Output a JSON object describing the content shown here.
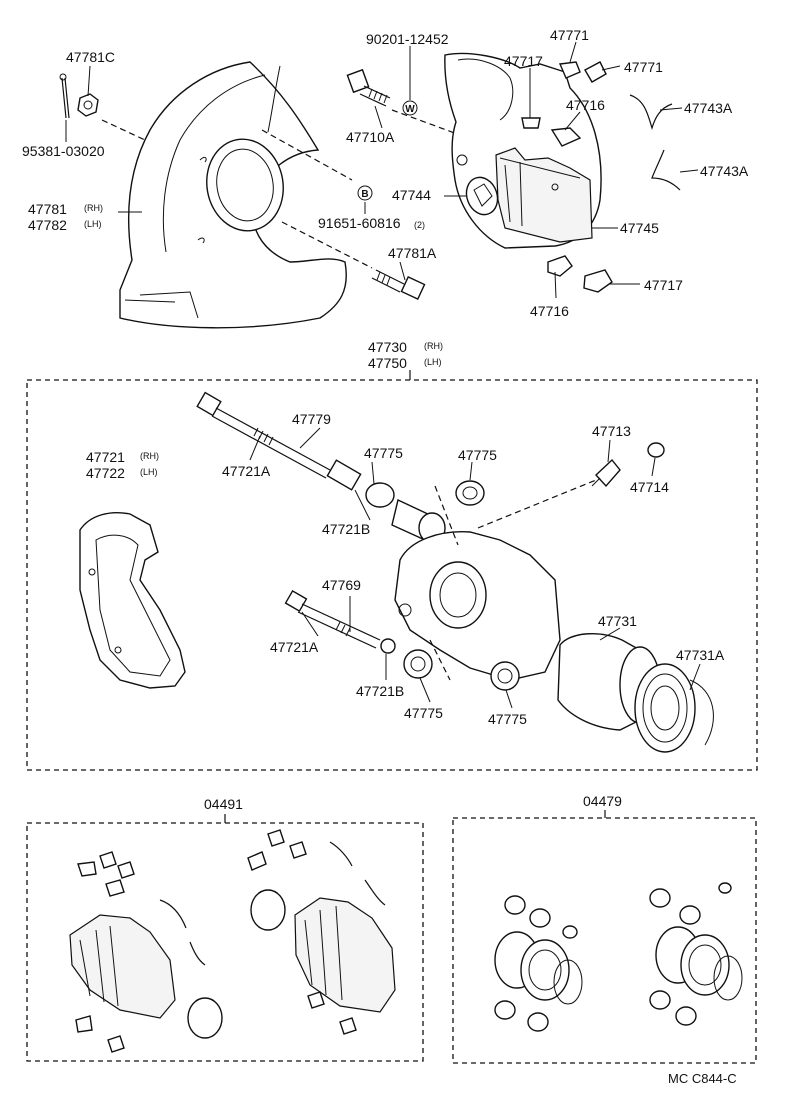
{
  "labels": {
    "p47781c": "47781C",
    "p95381": "95381-03020",
    "p47781": "47781",
    "p47782": "47782",
    "rh": "(RH)",
    "lh": "(LH)",
    "p90201": "90201-12452",
    "p47710a": "47710A",
    "p91651": "91651-60816",
    "qty2": "(2)",
    "p47781a": "47781A",
    "p47771_top": "47771",
    "p47771_right": "47771",
    "p47717_top": "47717",
    "p47716_top": "47716",
    "p47743a_top": "47743A",
    "p47743a_mid": "47743A",
    "p47744": "47744",
    "p47745": "47745",
    "p47716_bot": "47716",
    "p47717_bot": "47717",
    "p47730": "47730",
    "p47750": "47750",
    "p47721": "47721",
    "p47722": "47722",
    "p47779": "47779",
    "p47721a_top": "47721A",
    "p47775_a": "47775",
    "p47775_b": "47775",
    "p47721b_top": "47721B",
    "p47713": "47713",
    "p47714": "47714",
    "p47769": "47769",
    "p47721a_bot": "47721A",
    "p47721b_bot": "47721B",
    "p47775_c": "47775",
    "p47775_d": "47775",
    "p47731": "47731",
    "p47731a": "47731A",
    "kit04491": "04491",
    "kit04479": "04479",
    "ref": "MC  C844-C",
    "mark_w": "W",
    "mark_b": "B"
  }
}
